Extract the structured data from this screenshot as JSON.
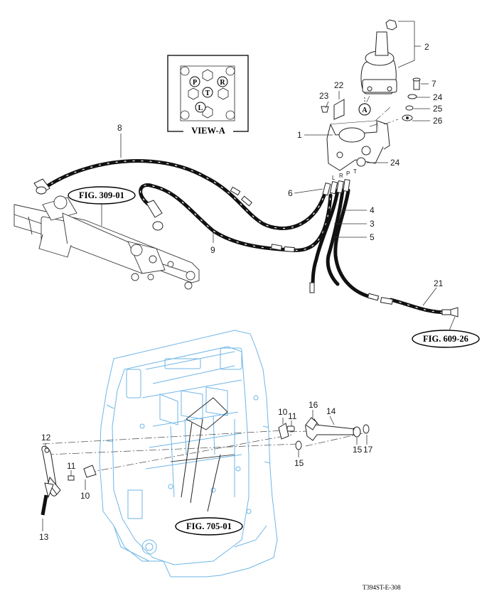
{
  "view": {
    "title": "VIEW-A",
    "ports": [
      "P",
      "R",
      "T",
      "L"
    ]
  },
  "figure_refs": {
    "cylinder": "FIG. 309-01",
    "hose_end": "FIG. 609-26",
    "frame": "FIG. 705-01"
  },
  "port_letters": [
    "L",
    "R",
    "P",
    "T"
  ],
  "view_marker": "A",
  "part_numbers": {
    "p1": "1",
    "p2": "2",
    "p3": "3",
    "p4": "4",
    "p5": "5",
    "p6": "6",
    "p7": "7",
    "p8": "8",
    "p9": "9",
    "p10a": "10",
    "p10b": "10",
    "p11a": "11",
    "p11b": "11",
    "p12": "12",
    "p13": "13",
    "p14": "14",
    "p15a": "15",
    "p15b": "15",
    "p16": "16",
    "p17": "17",
    "p21": "21",
    "p22": "22",
    "p23": "23",
    "p24a": "24",
    "p24b": "24",
    "p25": "25",
    "p26": "26"
  },
  "drawing_code": "T394ST-E-308",
  "colors": {
    "line": "#111111",
    "frame_outline": "#6fb6e6"
  }
}
